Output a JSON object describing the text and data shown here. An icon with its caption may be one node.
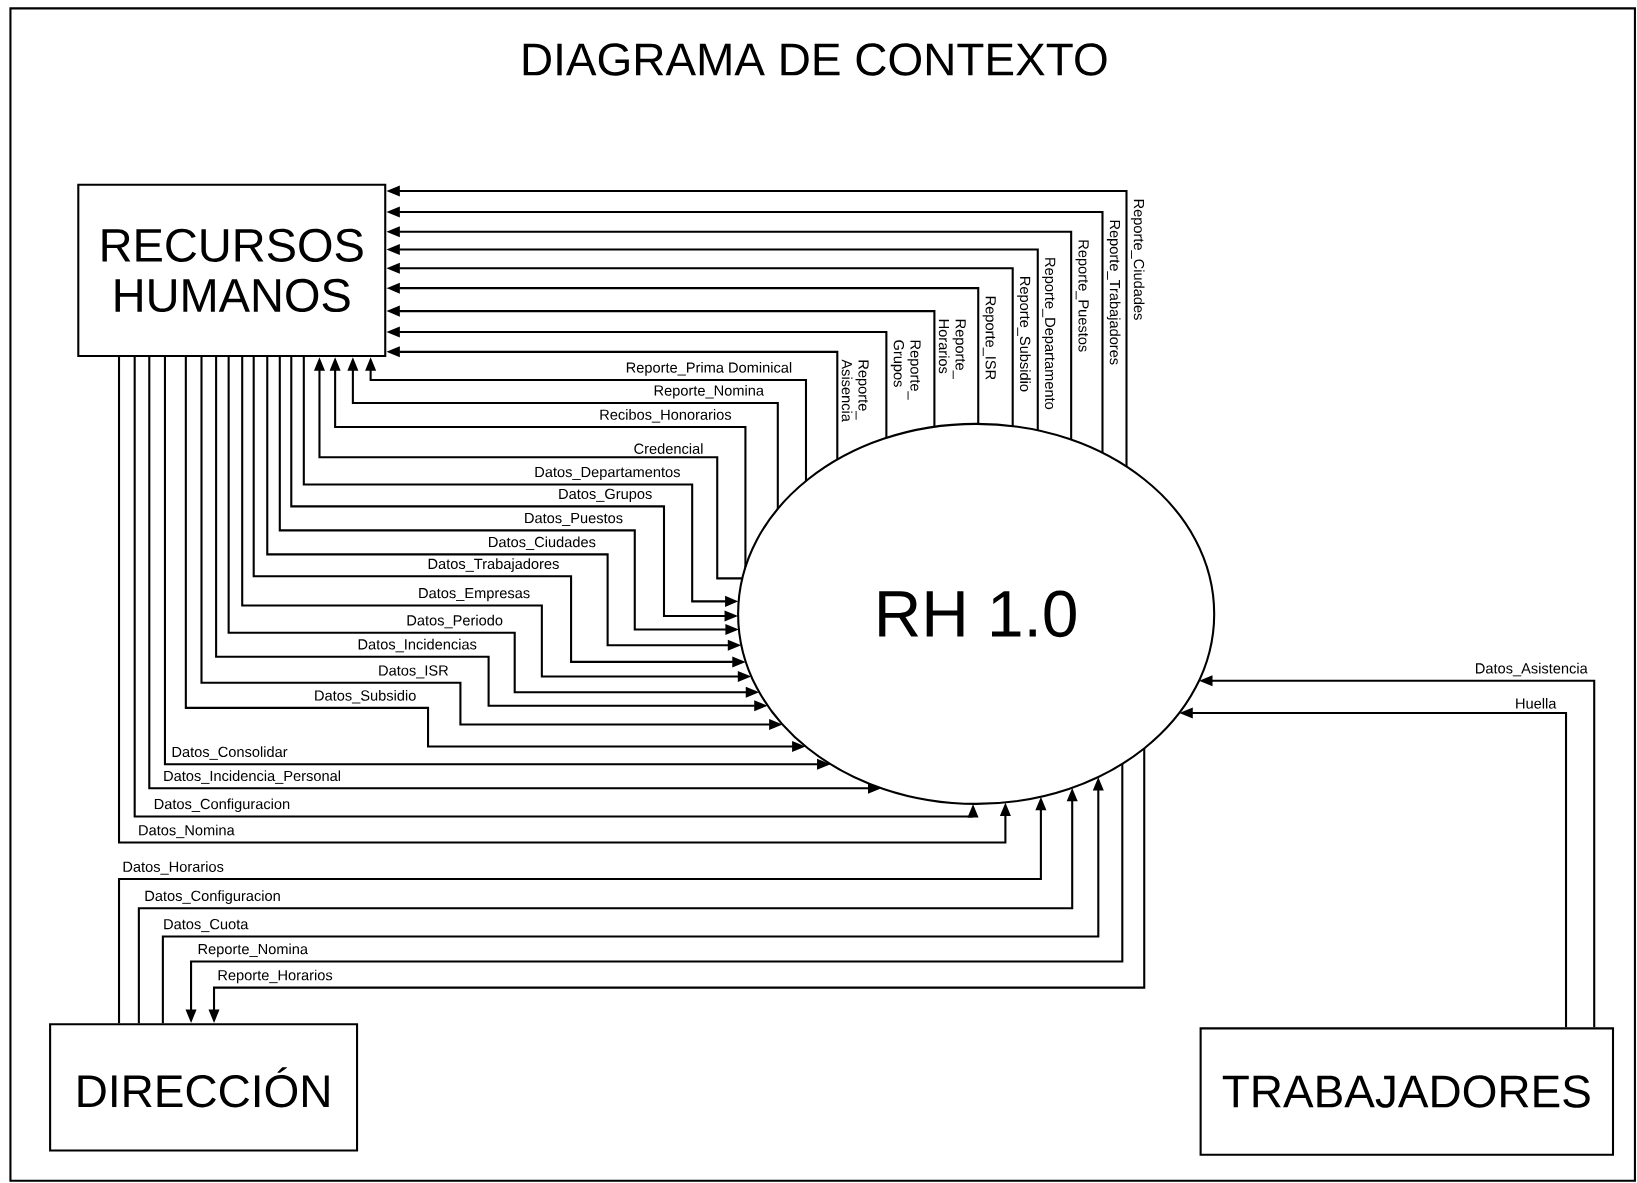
{
  "diagram": {
    "title": "DIAGRAMA DE CONTEXTO",
    "nodes": [
      {
        "text": [
          "RECURSOS HUMANOS"
        ]
      },
      {
        "text": [
          "RH 1.0"
        ]
      },
      {
        "text": [
          "DIRECCIÓN"
        ]
      },
      {
        "text": [
          "TRABAJADORES"
        ]
      }
    ],
    "edges": [
      {
        "from": 1,
        "to": 0,
        "arrow": "to",
        "label": "Reporte_Ciudades"
      },
      {
        "from": 1,
        "to": 0,
        "arrow": "to",
        "label": "Reporte_Trabajadores"
      },
      {
        "from": 1,
        "to": 0,
        "arrow": "to",
        "label": "Reporte_Puestos"
      },
      {
        "from": 1,
        "to": 0,
        "arrow": "to",
        "label": "Reporte_Departamento"
      },
      {
        "from": 1,
        "to": 0,
        "arrow": "to",
        "label": "Reporte_Subsidio"
      },
      {
        "from": 1,
        "to": 0,
        "arrow": "to",
        "label": "Reporte_ISR"
      },
      {
        "from": 1,
        "to": 0,
        "arrow": "to",
        "label": "Reporte_ Horarios"
      },
      {
        "from": 1,
        "to": 0,
        "arrow": "to",
        "label": "Reporte_ Grupos"
      },
      {
        "from": 1,
        "to": 0,
        "arrow": "to",
        "label": "Reporte_ Asisencia"
      },
      {
        "from": 1,
        "to": 0,
        "arrow": "to",
        "label": "Reporte_Prima Dominical"
      },
      {
        "from": 1,
        "to": 0,
        "arrow": "to",
        "label": "Reporte_Nomina"
      },
      {
        "from": 1,
        "to": 0,
        "arrow": "to",
        "label": "Recibos_Honorarios"
      },
      {
        "from": 1,
        "to": 0,
        "arrow": "to",
        "label": "Credencial"
      },
      {
        "from": 0,
        "to": 1,
        "arrow": "to",
        "label": "Datos_Departamentos"
      },
      {
        "from": 0,
        "to": 1,
        "arrow": "to",
        "label": "Datos_Grupos"
      },
      {
        "from": 0,
        "to": 1,
        "arrow": "to",
        "label": "Datos_Puestos"
      },
      {
        "from": 0,
        "to": 1,
        "arrow": "to",
        "label": "Datos_Ciudades"
      },
      {
        "from": 0,
        "to": 1,
        "arrow": "to",
        "label": "Datos_Trabajadores"
      },
      {
        "from": 0,
        "to": 1,
        "arrow": "to",
        "label": "Datos_Empresas"
      },
      {
        "from": 0,
        "to": 1,
        "arrow": "to",
        "label": "Datos_Periodo"
      },
      {
        "from": 0,
        "to": 1,
        "arrow": "to",
        "label": "Datos_Incidencias"
      },
      {
        "from": 0,
        "to": 1,
        "arrow": "to",
        "label": "Datos_ISR"
      },
      {
        "from": 0,
        "to": 1,
        "arrow": "to",
        "label": "Datos_Subsidio"
      },
      {
        "from": 0,
        "to": 1,
        "arrow": "to",
        "label": "Datos_Consolidar"
      },
      {
        "from": 0,
        "to": 1,
        "arrow": "to",
        "label": "Datos_Incidencia_Personal"
      },
      {
        "from": 0,
        "to": 1,
        "arrow": "to",
        "label": "Datos_Configuracion"
      },
      {
        "from": 0,
        "to": 1,
        "arrow": "to",
        "label": "Datos_Nomina"
      },
      {
        "from": 2,
        "to": 1,
        "arrow": "to",
        "label": "Datos_Horarios"
      },
      {
        "from": 2,
        "to": 1,
        "arrow": "to",
        "label": "Datos_Configuracion"
      },
      {
        "from": 2,
        "to": 1,
        "arrow": "to",
        "label": "Datos_Cuota"
      },
      {
        "from": 1,
        "to": 2,
        "arrow": "to",
        "label": "Reporte_Nomina"
      },
      {
        "from": 1,
        "to": 2,
        "arrow": "to",
        "label": "Reporte_Horarios"
      },
      {
        "from": 3,
        "to": 1,
        "arrow": "to",
        "label": "Datos_Asistencia"
      },
      {
        "from": 3,
        "to": 1,
        "arrow": "to",
        "label": "Huella"
      }
    ]
  }
}
